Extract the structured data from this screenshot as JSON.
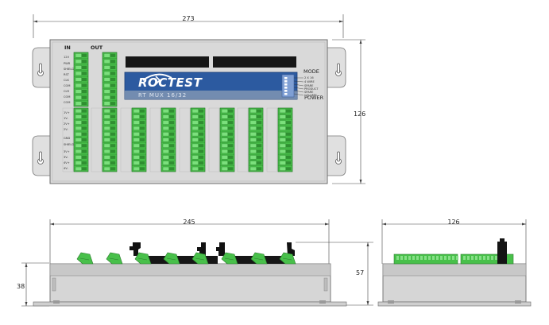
{
  "dimensions": {
    "top_width": "273",
    "top_height": "126",
    "front_width": "245",
    "front_height": "57",
    "front_base_height": "38",
    "side_width": "126"
  },
  "panel": {
    "in_label": "IN",
    "out_label": "OUT",
    "brand": "ROCTEST",
    "model": "RT MUX 16/32",
    "mode_label": "MODE",
    "power_label": "POWER",
    "mode_options": [
      "2 X 16",
      "4 WIRE",
      "SPARE",
      "PRODUCT",
      "SPARE",
      "COLUMN"
    ],
    "in_pin_labels": [
      "12V",
      "PWR",
      "SHIELD",
      "RST",
      "CLK",
      "COM",
      "CLR",
      "COM",
      "COM"
    ],
    "channel_pin_labels": [
      "1V+",
      "1V-",
      "2V+",
      "2V-",
      "GND",
      "SHIELD",
      "3V+",
      "3V-",
      "4V+",
      "4V-"
    ]
  },
  "colors": {
    "terminal_green": "#48c04a",
    "panel_blue": "#2c5aa0",
    "case_gray": "#d6d6d6"
  }
}
